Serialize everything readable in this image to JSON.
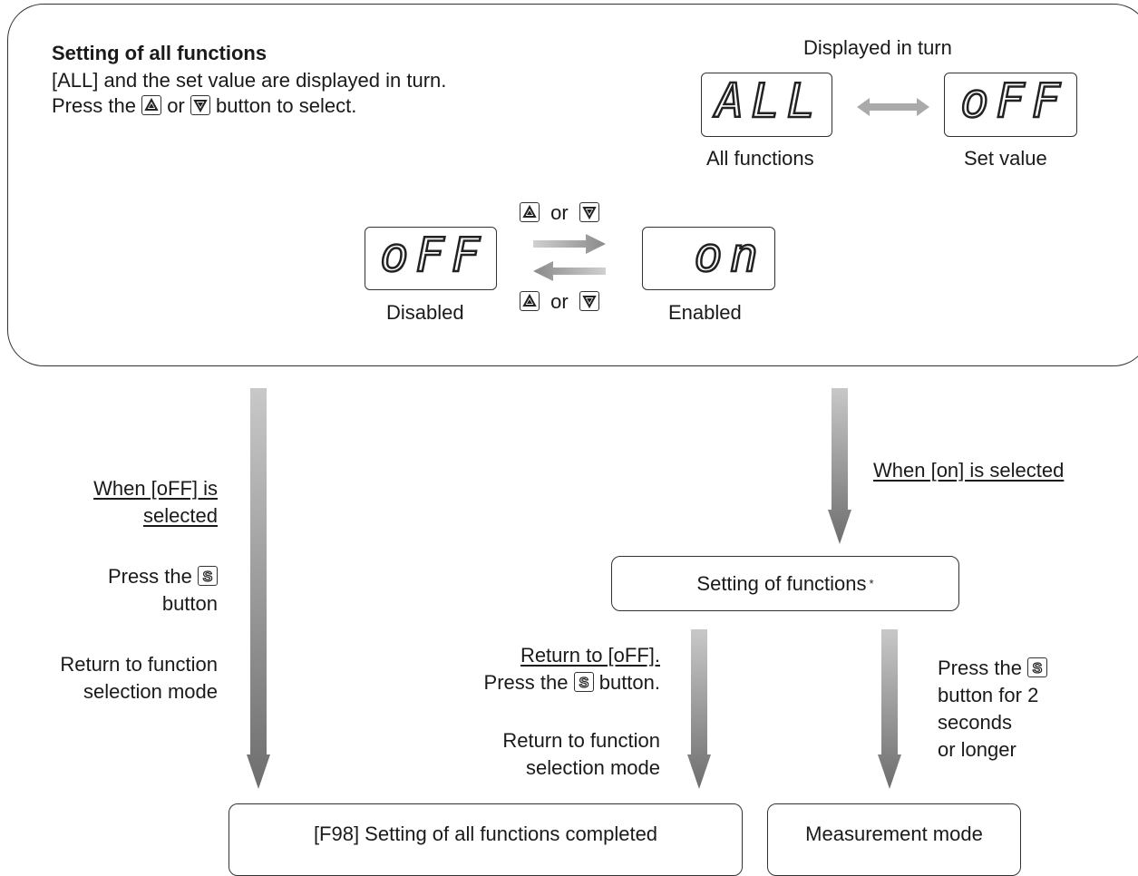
{
  "panel": {
    "title": "Setting of all functions",
    "line1": "[ALL] and the set value are displayed in turn.",
    "line2_prefix": "Press the",
    "line2_or": "or",
    "line2_suffix": "button to select.",
    "displayed_in_turn": "Displayed in turn",
    "lcd_all": "ALL",
    "lcd_off_top": "oFF",
    "label_all_functions": "All functions",
    "label_set_value": "Set value",
    "lcd_off": "oFF",
    "lcd_on": "on",
    "label_disabled": "Disabled",
    "label_enabled": "Enabled",
    "or_top": "or",
    "or_bottom": "or"
  },
  "left_flow": {
    "when_off_1": "When [oFF] is",
    "when_off_2": "selected",
    "press_1": "Press the",
    "press_2": "button",
    "return_1": "Return to function",
    "return_2": "selection mode"
  },
  "right_flow": {
    "when_on": "When [on] is selected",
    "setting_functions": "Setting of functions",
    "asterisk": "*",
    "return_off_1": "Return to [oFF].",
    "return_off_2_prefix": "Press the",
    "return_off_2_suffix": "button.",
    "return_mode_1": "Return to function",
    "return_mode_2": "selection mode",
    "press_long_1_prefix": "Press the",
    "press_long_2": "button for 2",
    "press_long_3": "seconds",
    "press_long_4": "or longer"
  },
  "bottom": {
    "completed": "[F98] Setting of all functions completed",
    "measurement": "Measurement mode"
  },
  "colors": {
    "line": "#333333",
    "arrow": "#8a8a8a"
  }
}
